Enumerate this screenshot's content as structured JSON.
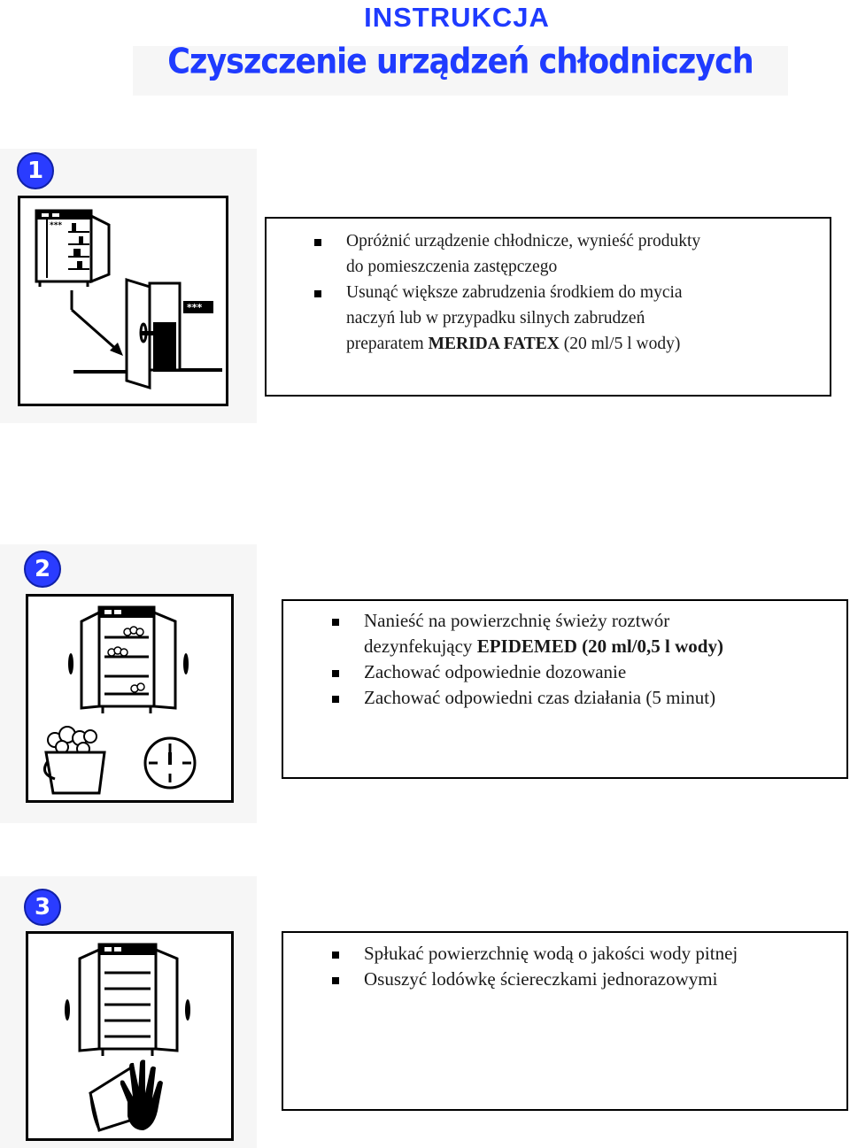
{
  "header": {
    "title": "INSTRUKCJA",
    "subtitle": "Czyszczenie urządzeń chłodniczych"
  },
  "steps": [
    {
      "number": "1",
      "illustration_icon": "empty-fridge-move-products-icon",
      "door_sign": "***",
      "bullets": [
        {
          "lines": [
            "Opróżnić urządzenie chłodnicze, wynieść produkty",
            "do pomieszczenia zastępczego"
          ]
        },
        {
          "lines": [
            "Usunąć większe zabrudzenia środkiem do mycia",
            "naczyń lub w przypadku silnych zabrudzeń"
          ],
          "last_line_pre": "preparatem ",
          "last_line_bold": "MERIDA FATEX",
          "last_line_post": " (20 ml/5 l wody)"
        }
      ]
    },
    {
      "number": "2",
      "illustration_icon": "apply-disinfectant-bucket-clock-icon",
      "bullets": [
        {
          "line1": "Nanieść na powierzchnię świeży roztwór",
          "line2_pre": "dezynfekujący ",
          "line2_bold": "EPIDEMED (20 ml/0,5 l wody)"
        },
        {
          "line1": "Zachować odpowiednie dozowanie"
        },
        {
          "line1": "Zachować odpowiedni czas działania (5 minut)"
        }
      ]
    },
    {
      "number": "3",
      "illustration_icon": "rinse-dry-fridge-cloth-icon",
      "bullets": [
        {
          "line1": "Spłukać powierzchnię wodą o jakości wody pitnej"
        },
        {
          "line1": "Osuszyć lodówkę ściereczkami jednorazowymi"
        }
      ]
    }
  ],
  "colors": {
    "title_blue": "#1f3bff",
    "badge_blue": "#2a3cff"
  }
}
